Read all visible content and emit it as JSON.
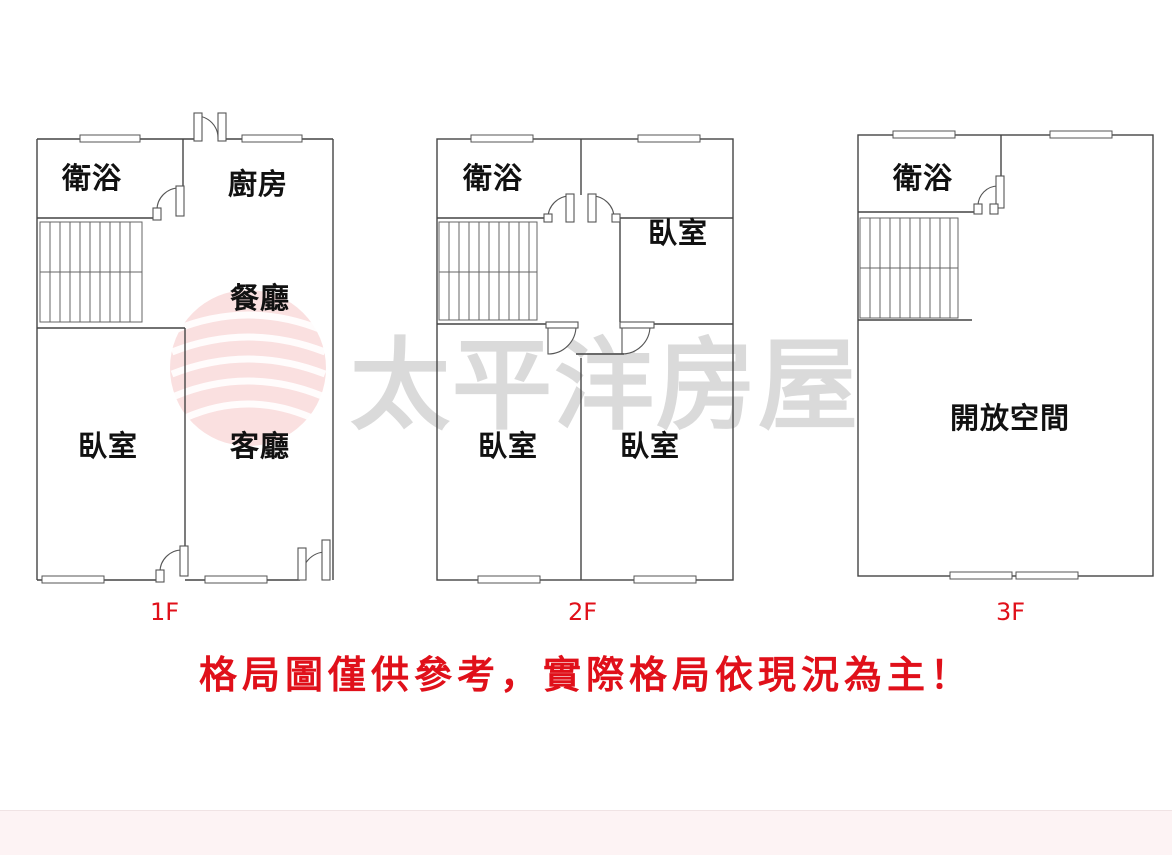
{
  "watermark": {
    "text": "太平洋房屋"
  },
  "floors": [
    {
      "label": "1F",
      "rooms": [
        "衛浴",
        "廚房",
        "餐廳",
        "臥室",
        "客廳"
      ]
    },
    {
      "label": "2F",
      "rooms": [
        "衛浴",
        "臥室",
        "臥室",
        "臥室"
      ]
    },
    {
      "label": "3F",
      "rooms": [
        "衛浴",
        "開放空間"
      ]
    }
  ],
  "disclaimer": "格局圖僅供參考，實際格局依現況為主！",
  "colors": {
    "accent_red": "#e0101a",
    "wall": "#444444",
    "watermark_gray": "#bdbdbd",
    "band": "#fdf3f4"
  }
}
